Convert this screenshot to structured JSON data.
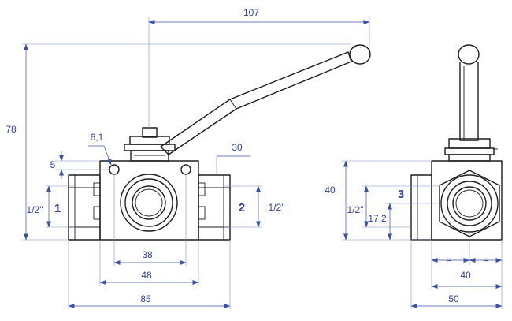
{
  "dimensions": {
    "lever_span": "107",
    "total_height": "78",
    "hole_dia": "6,1",
    "hole_offset": "5",
    "port_depth": "30",
    "thread_left": "1/2\"",
    "thread_right": "1/2\"",
    "inner_width": "38",
    "body_width": "48",
    "overall_length": "85",
    "side_height": "40",
    "side_thread": "1/2\"",
    "port3_offset": "17,2",
    "equal_left": "=",
    "equal_right": "=",
    "side_body_width": "40",
    "side_overall_width": "50"
  },
  "ports": {
    "port1": "1",
    "port2": "2",
    "port3": "3"
  },
  "colors": {
    "outline": "#1e1e1e",
    "dimension": "#3a52a8"
  }
}
